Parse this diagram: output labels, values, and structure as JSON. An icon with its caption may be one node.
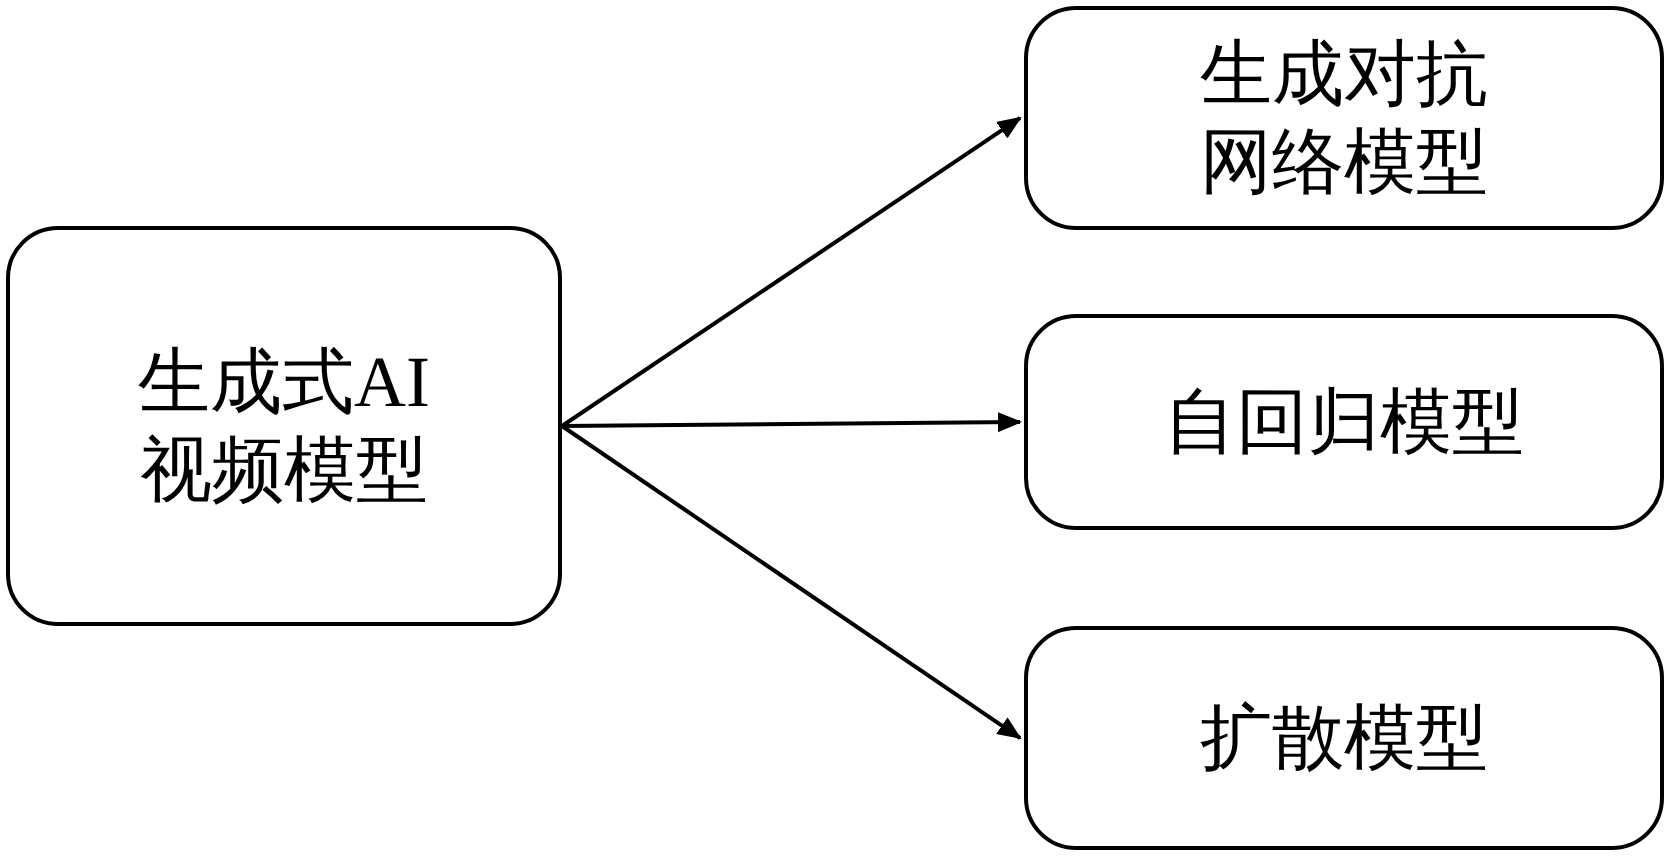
{
  "diagram": {
    "nodes": [
      {
        "text": [
          "生成式AI视频模型"
        ]
      },
      {
        "text": [
          "生成对抗网络模型"
        ]
      },
      {
        "text": [
          "自回归模型"
        ]
      },
      {
        "text": [
          "扩散模型"
        ]
      }
    ],
    "edges": [
      {
        "from": 0,
        "to": 1,
        "arrow": "to"
      },
      {
        "from": 0,
        "to": 2,
        "arrow": "to"
      },
      {
        "from": 0,
        "to": 3,
        "arrow": "to"
      }
    ]
  }
}
